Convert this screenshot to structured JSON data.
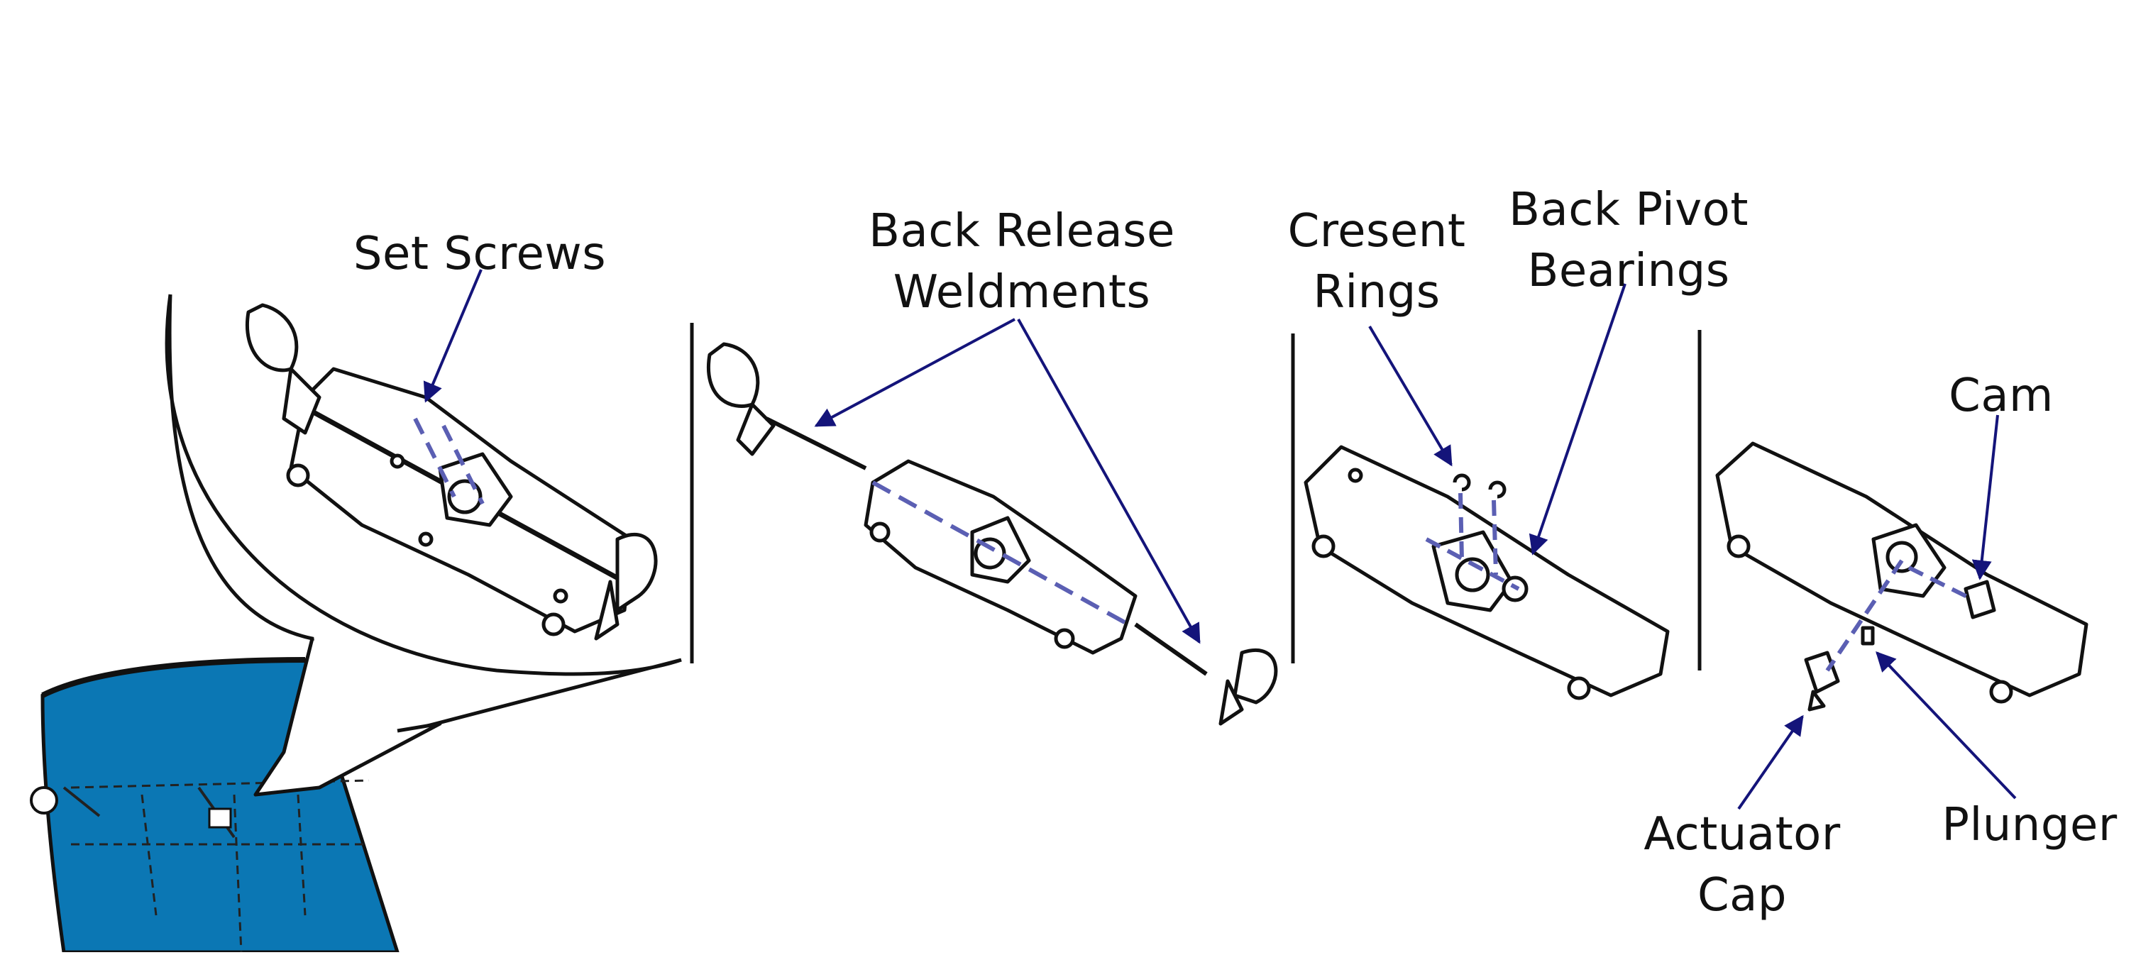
{
  "labels": {
    "set_screws": "Set Screws",
    "back_release_line1": "Back Release",
    "back_release_line2": "Weldments",
    "cresent_line1": "Cresent",
    "cresent_line2": "Rings",
    "pivot_line1": "Back Pivot",
    "pivot_line2": "Bearings",
    "cam": "Cam",
    "actuator_line1": "Actuator",
    "actuator_line2": "Cap",
    "plunger": "Plunger"
  },
  "colors": {
    "leader": "#14147a",
    "dash": "#5b5fb3",
    "outline": "#111111",
    "chair_blue": "#0b77b4"
  }
}
